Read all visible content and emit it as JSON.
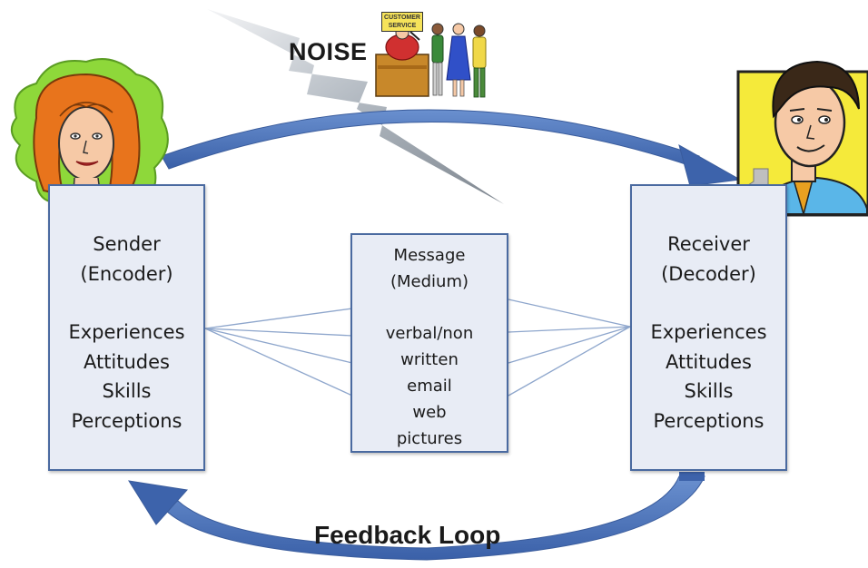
{
  "noise": {
    "label": "NOISE"
  },
  "customer_service_sign": {
    "line1": "CUSTOMER",
    "line2": "SERVICE"
  },
  "sender": {
    "title": "Sender",
    "subtitle": "(Encoder)",
    "attributes": [
      "Experiences",
      "Attitudes",
      "Skills",
      "Perceptions"
    ]
  },
  "message": {
    "title": "Message",
    "subtitle": "(Medium)",
    "channels": [
      "verbal/non",
      "written",
      "email",
      "web",
      "pictures"
    ]
  },
  "receiver": {
    "title": "Receiver",
    "subtitle": "(Decoder)",
    "attributes": [
      "Experiences",
      "Attitudes",
      "Skills",
      "Perceptions"
    ]
  },
  "feedback": {
    "label": "Feedback Loop"
  },
  "colors": {
    "arrow": "#4a72b8",
    "box_fill": "#e8ecf5",
    "box_border": "#4a6aa0",
    "lightning": "#9aa3ad",
    "sender_hair": "#e8741c",
    "sender_background": "#8ed83a",
    "receiver_background": "#f5ea3a",
    "receiver_shirt": "#5ab6e8"
  }
}
